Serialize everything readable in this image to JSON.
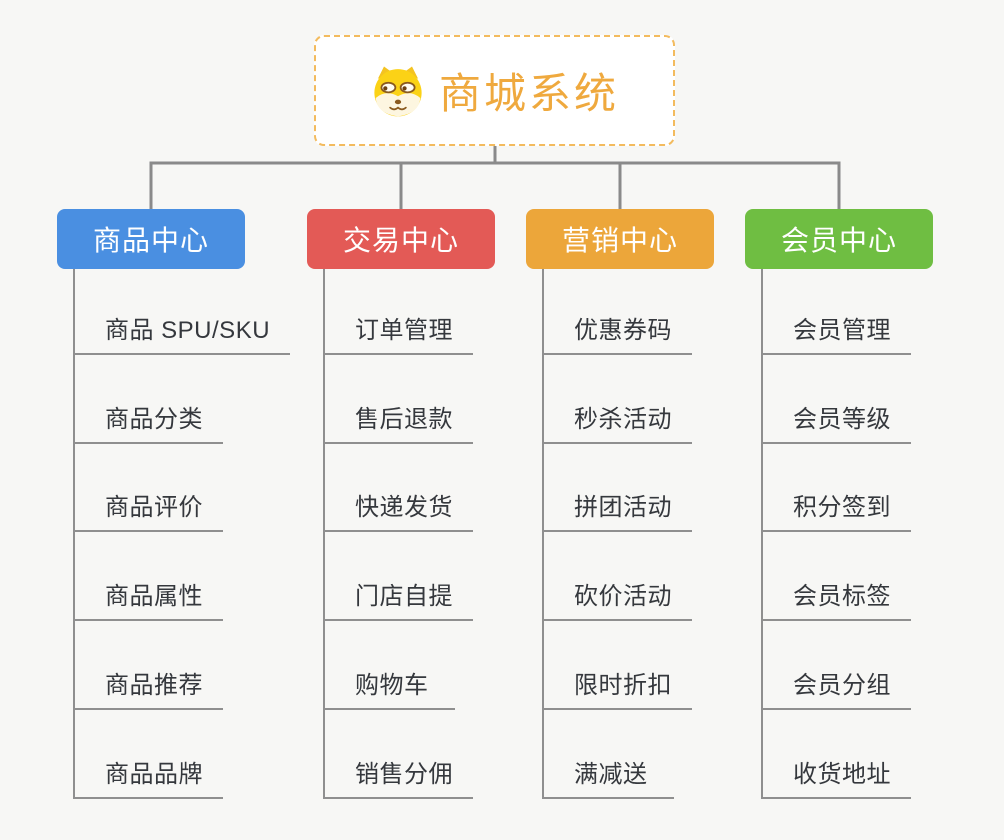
{
  "root": {
    "title": "商城系统",
    "icon": "dog-face-icon"
  },
  "branches": [
    {
      "label": "商品中心",
      "color": "#4a8fe1",
      "items": [
        "商品 SPU/SKU",
        "商品分类",
        "商品评价",
        "商品属性",
        "商品推荐",
        "商品品牌"
      ]
    },
    {
      "label": "交易中心",
      "color": "#e35a56",
      "items": [
        "订单管理",
        "售后退款",
        "快递发货",
        "门店自提",
        "购物车",
        "销售分佣"
      ]
    },
    {
      "label": "营销中心",
      "color": "#eca63a",
      "items": [
        "优惠券码",
        "秒杀活动",
        "拼团活动",
        "砍价活动",
        "限时折扣",
        "满减送"
      ]
    },
    {
      "label": "会员中心",
      "color": "#6fbe42",
      "items": [
        "会员管理",
        "会员等级",
        "积分签到",
        "会员标签",
        "会员分组",
        "收货地址"
      ]
    }
  ],
  "colors": {
    "background": "#f7f7f5",
    "connector_line": "#8a8a8a",
    "item_underline": "#8f8f8f",
    "item_text": "#35383d",
    "root_border": "#f3bb5e",
    "root_text": "#efa93e"
  }
}
